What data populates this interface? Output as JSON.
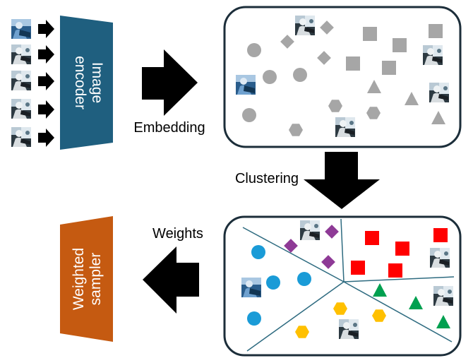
{
  "encoder": {
    "line1": "Image",
    "line2": "encoder"
  },
  "sampler": {
    "line1": "Weighted",
    "line2": "sampler"
  },
  "arrows": {
    "embedding": "Embedding",
    "clustering": "Clustering",
    "weights": "Weights"
  },
  "colors": {
    "encoder_fill": "#1f5f7f",
    "sampler_fill": "#c55a11",
    "unclustered_marker": "#a6a6a6",
    "cluster_circle": "#1a9bd7",
    "cluster_diamond": "#8e3a96",
    "cluster_square": "#ff0000",
    "cluster_triangle": "#00a050",
    "cluster_hexagon": "#ffc000",
    "panel_border": "#1c2e3a",
    "divider": "#2e6b80"
  },
  "icons": {
    "thumbnail": "driver-photo-icon",
    "arrow": "arrow-right-icon"
  }
}
